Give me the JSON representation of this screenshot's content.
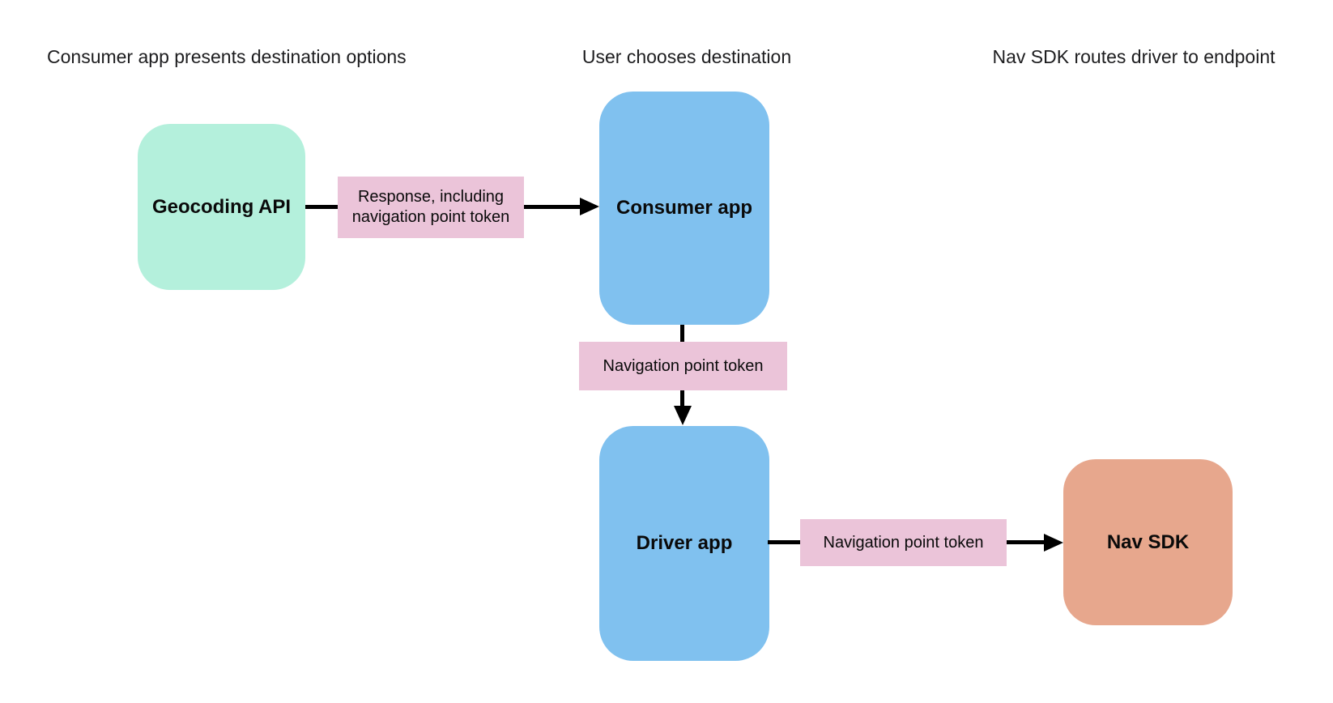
{
  "colors": {
    "canvas_bg": "#ffffff",
    "heading": "#1d1d1f",
    "text": "#0a0a0a",
    "node_api": "#b4f0dc",
    "node_app": "#80c1ef",
    "node_sdk": "#e7a78d",
    "edge_label_bg": "#ebc4d9",
    "arrow": "#000000"
  },
  "headers": [
    {
      "id": "step-1",
      "label": "Consumer app presents destination options"
    },
    {
      "id": "step-2",
      "label": "User chooses destination"
    },
    {
      "id": "step-3",
      "label": "Nav SDK routes driver to endpoint"
    }
  ],
  "nodes": [
    {
      "id": "geocoding-api",
      "label": "Geocoding API"
    },
    {
      "id": "consumer-app",
      "label": "Consumer app"
    },
    {
      "id": "driver-app",
      "label": "Driver app"
    },
    {
      "id": "nav-sdk",
      "label": "Nav SDK"
    }
  ],
  "edges": [
    {
      "from": "geocoding-api",
      "to": "consumer-app",
      "label": "Response, including navigation point token"
    },
    {
      "from": "consumer-app",
      "to": "driver-app",
      "label": "Navigation point token"
    },
    {
      "from": "driver-app",
      "to": "nav-sdk",
      "label": "Navigation point token"
    }
  ]
}
